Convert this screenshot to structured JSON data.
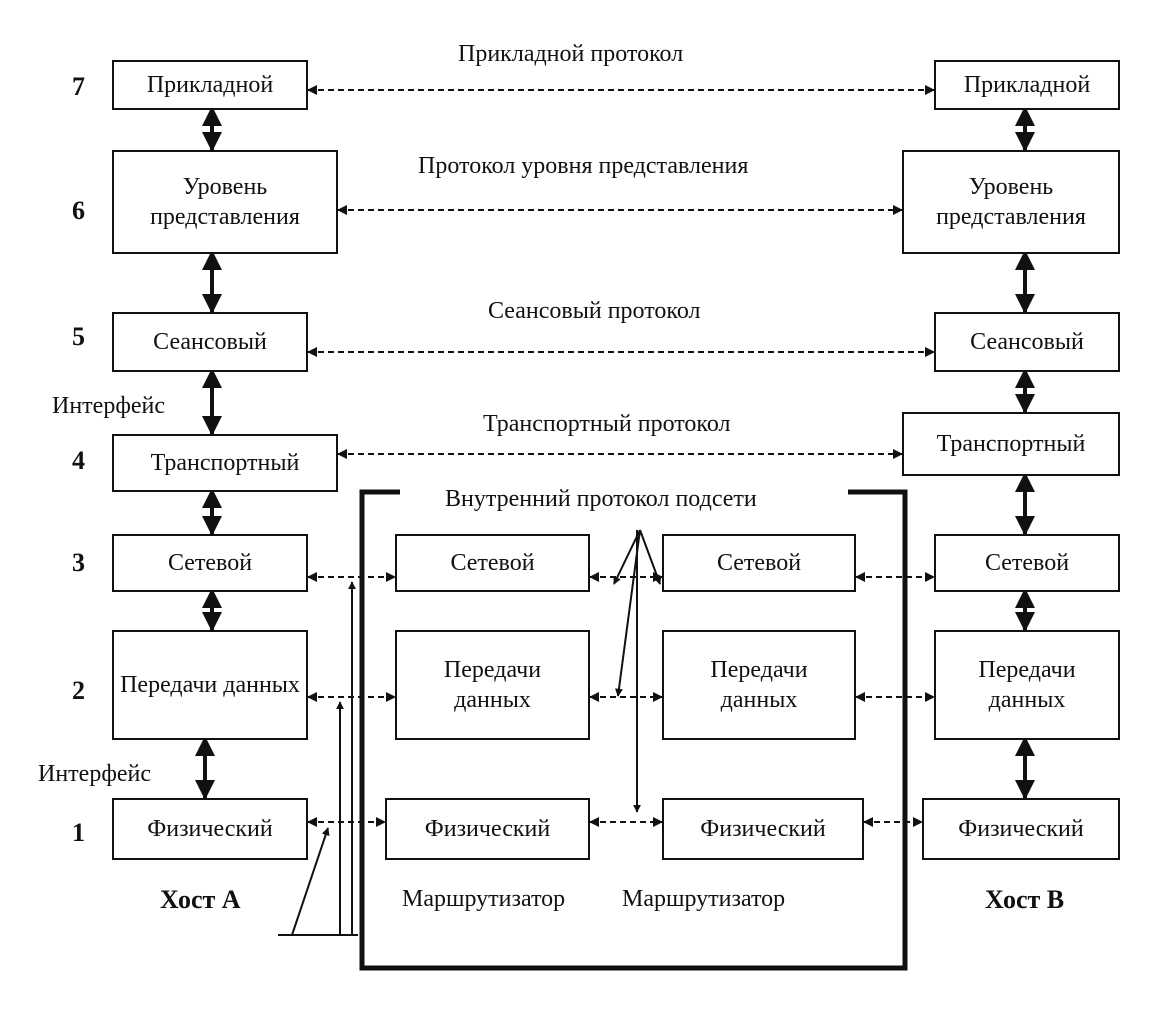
{
  "layer_numbers": [
    "7",
    "6",
    "5",
    "4",
    "3",
    "2",
    "1"
  ],
  "protocols": {
    "application": "Прикладной протокол",
    "presentation": "Протокол уровня представления",
    "session": "Сеансовый протокол",
    "transport": "Транспортный протокол",
    "subnet": "Внутренний протокол подсети"
  },
  "interface_label": "Интерфейс",
  "host_a": {
    "title": "Хост A",
    "layers": {
      "application": "Прикладной",
      "presentation": "Уровень представления",
      "session": "Сеансовый",
      "transport": "Транспортный",
      "network": "Сетевой",
      "datalink": "Передачи данных",
      "physical": "Физический"
    }
  },
  "host_b": {
    "title": "Хост B",
    "layers": {
      "application": "Прикладной",
      "presentation": "Уровень представления",
      "session": "Сеансовый",
      "transport": "Транспортный",
      "network": "Сетевой",
      "datalink": "Передачи данных",
      "physical": "Физический"
    }
  },
  "router_1": {
    "title": "Маршрутизатор",
    "layers": {
      "network": "Сетевой",
      "datalink": "Передачи данных",
      "physical": "Физический"
    }
  },
  "router_2": {
    "title": "Маршрутизатор",
    "layers": {
      "network": "Сетевой",
      "datalink": "Передачи данных",
      "physical": "Физический"
    }
  }
}
